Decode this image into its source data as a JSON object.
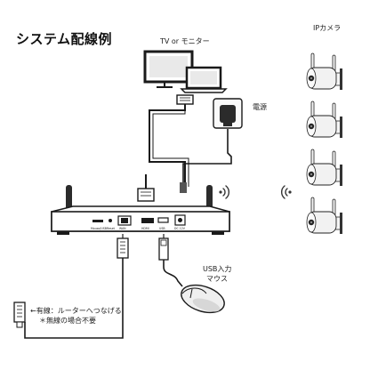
{
  "title": "システム配線例",
  "labels": {
    "tv_monitor": "TV or モニター",
    "power": "電源",
    "ip_camera": "IPカメラ",
    "usb_input": "USB入力",
    "mouse": "マウス",
    "wired_note": "←有線：ルーターへつなげる",
    "wireless_note": "＊無線の場合不要"
  },
  "nvr_ports": [
    "Mouse/USB",
    "Reset",
    "WAN",
    "HDMI",
    "USB",
    "DC 12V"
  ],
  "colors": {
    "line": "#1a1a1a",
    "device": "#2b2b2b",
    "camera_body": "#f2f2f2",
    "signal": "#333333"
  }
}
